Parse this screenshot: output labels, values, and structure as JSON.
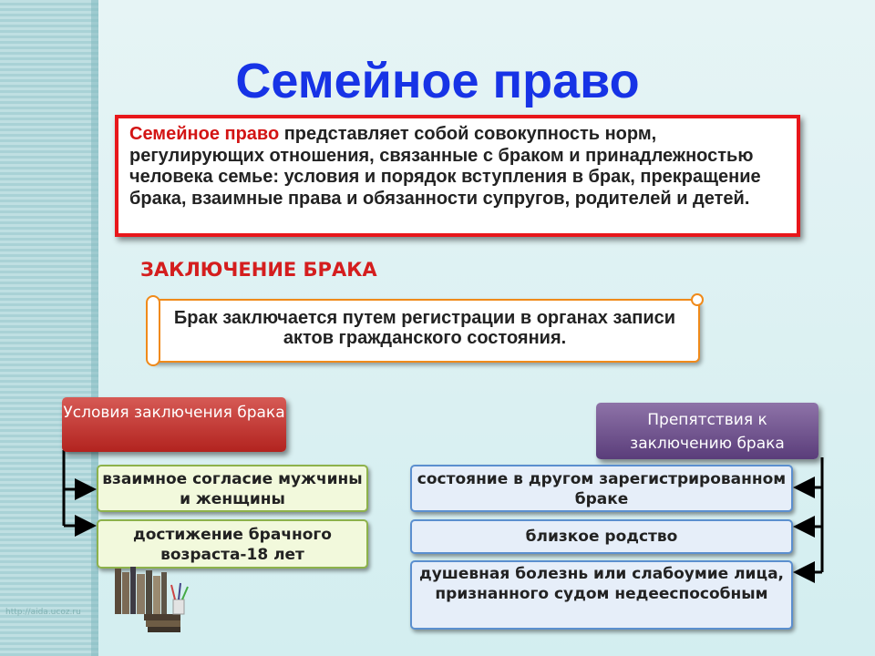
{
  "slide": {
    "title": "Семейное право",
    "definition": {
      "term": "Семейное право",
      "text": " представляет собой совокупность норм, регулирующих отношения, связанные с браком и принадлежностью человека семье: условия и порядок вступления  в брак, прекращение брака, взаимные права и обязанности супругов, родителей и детей."
    },
    "subheading": "ЗАКЛЮЧЕНИЕ БРАКА",
    "scroll_text": "Брак заключается путем регистрации в органах записи актов гражданского состояния.",
    "conditions": {
      "header": "Условия заключения брака",
      "items": [
        "взаимное согласие мужчины и женщины",
        "достижение брачного возраста-18 лет"
      ]
    },
    "obstacles": {
      "header": "Препятствия к заключению брака",
      "items": [
        "состояние в другом зарегистрированном браке",
        "близкое родство",
        "душевная болезнь или слабоумие лица, признанного судом недееспособным"
      ]
    },
    "watermark": "http://aida.ucoz.ru"
  },
  "colors": {
    "title": "#1733e6",
    "definition_border": "#e8161a",
    "subheading": "#d41e1e",
    "conditions_header": "#b2231f",
    "obstacles_header": "#5a3d7a",
    "conditions_items": "#8db24b",
    "obstacles_items": "#5b8fcf"
  }
}
